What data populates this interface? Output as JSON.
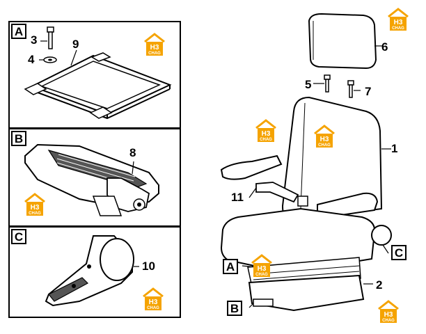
{
  "panels": {
    "a": {
      "tag": "A"
    },
    "b": {
      "tag": "B"
    },
    "c": {
      "tag": "C"
    }
  },
  "callouts": {
    "n1": "1",
    "n2": "2",
    "n3": "3",
    "n4": "4",
    "n5": "5",
    "n6": "6",
    "n7": "7",
    "n8": "8",
    "n9": "9",
    "n10": "10",
    "n11": "11"
  },
  "main_tags": {
    "a": "A",
    "b": "B",
    "c": "C"
  },
  "watermark": {
    "text_top": "H3",
    "text_bottom": "CHAG",
    "color": "#f5a300"
  }
}
